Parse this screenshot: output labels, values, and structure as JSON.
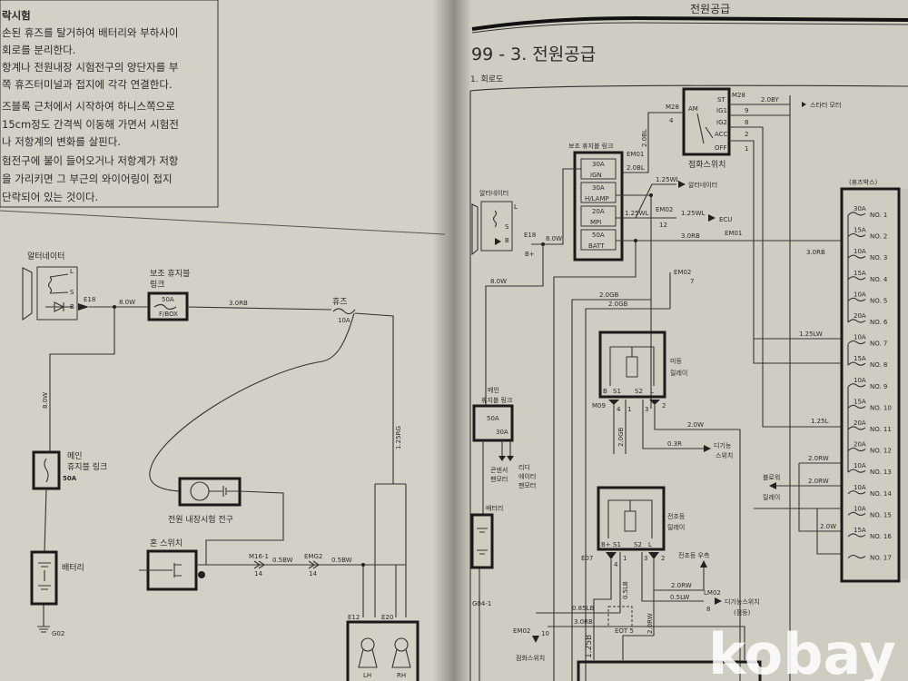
{
  "left_page": {
    "heading": "락시험",
    "instructions": [
      "손된 휴즈를 탈거하여 배터리와 부하사이",
      " 회로를 분리한다.",
      "항계나 전원내장 시험전구의 양단자를 부",
      "쪽 휴즈터미널과 접지에 각각 연결한다.",
      "즈블록 근처에서 시작하여 하니스쪽으로",
      "15cm정도 간격씩 이동해 가면서 시험전",
      "나 저항계의 변화를 살핀다.",
      "험전구에 불이 들어오거나 저항계가 저항",
      "을 가리키면 그 부근의 와이어링이 접지",
      "단락되어 있는 것이다."
    ],
    "diagram": {
      "alternator": "알터네이터",
      "alt_terms": [
        "L",
        "S",
        "B"
      ],
      "connector_e18": "E18",
      "wire_8ow": "8.0W",
      "aux_fuse_link": [
        "보조 휴지블",
        "링크"
      ],
      "aux_fuse_rating": "50A",
      "aux_fuse_box": "F/BOX",
      "wire_3orb": "3.0RB",
      "fuse": "휴즈",
      "fuse_rating": "10A",
      "wire_125rg": "1.25RG",
      "wire_8ow_vert": "8.0W",
      "main_fuse_link": [
        "메인",
        "휴지블 링크"
      ],
      "main_fuse_rating": "50A",
      "battery": "배터리",
      "ground": "G02",
      "test_lamp": "전원 내장시험 전구",
      "horn_switch": "혼 스위치",
      "conn_m16": "M16-1",
      "conn_m16_pin": "14",
      "wire_05bw_1": "0.5BW",
      "conn_emg2": "EMG2",
      "conn_emg2_pin": "14",
      "wire_05bw_2": "0.5BW",
      "conn_e12": "E12",
      "conn_e20": "E20",
      "lh": "LH",
      "rh": "RH"
    }
  },
  "right_page": {
    "running_header": "전원공급",
    "title": "99 - 3.  전원공급",
    "section": "1. 회로도",
    "ignition_switch": {
      "label": "점화스위치",
      "terms": [
        "AM",
        "ST",
        "IG1",
        "IG2",
        "ACC",
        "OFF"
      ],
      "conn_m28_left": "M28",
      "conn_m28_right": "M28",
      "pins": [
        "4",
        "9",
        "8",
        "2",
        "1"
      ],
      "wire_st": "2.0BY",
      "starter": "스타터 모터"
    },
    "aux_fuse_link": {
      "label": "보조 휴지블 링크",
      "fuses": [
        {
          "rating": "30A",
          "name": "IGN"
        },
        {
          "rating": "30A",
          "name": "H/LAMP"
        },
        {
          "rating": "20A",
          "name": "MPI"
        },
        {
          "rating": "50A",
          "name": "BATT"
        }
      ]
    },
    "wires": {
      "em01_top": "EM01",
      "w_20bl": "2.0BL",
      "w_20bl_v": "2.0BL",
      "w_125wl_1": "1.25WL",
      "to_alternator": "알터네이터",
      "w_125wl_2": "1.25WL",
      "emo2": "EM02",
      "emo2_pin": "12",
      "w_125wl_3": "1.25WL",
      "ecu": "ECU",
      "w_3orb": "3.0RB",
      "em01": "EM01",
      "w_3orb_2": "3.0RB",
      "emo2_b": "EM02",
      "emo2_b_pin": "7",
      "w_8ow": "8.0W",
      "w_8ow_2": "8.0W",
      "w_20gb_1": "2.0GB",
      "w_20gb_2": "2.0GB",
      "w_125lw": "1.25LW",
      "w_125l": "1.25L",
      "w_20w": "2.0W",
      "w_03r": "0.3R",
      "w_20gb_v": "2.0GB",
      "w_20rw_a": "2.0RW",
      "w_20rw_b": "2.0RW",
      "w_20w_b": "2.0W",
      "w_20rw_c": "2.0RW",
      "w_05lb": "0.5LB",
      "w_05lw": "0.5LW",
      "lmo2": "LM02",
      "lmo2_pin": "8",
      "w_085lb": "0.85LB",
      "w_3orb_3": "3.0RB",
      "w_125b": "1.25B",
      "w_20rw_v": "2.0RW",
      "em02_c": "EM02",
      "em02_c_pin": "10",
      "eot5": "EOT 5"
    },
    "alternator": {
      "label": "알터네이터",
      "terms": [
        "L",
        "S",
        "B"
      ],
      "conn": "E18",
      "bplus": "B+"
    },
    "main_fuse_link": {
      "label": [
        "메인",
        "휴지블 링크"
      ],
      "r1": "50A",
      "r2": "30A"
    },
    "loads": {
      "condenser": [
        "콘덴서",
        "팬모터"
      ],
      "radiator": [
        "리디",
        "에이터",
        "팬모터"
      ]
    },
    "battery": "배터리",
    "ground": "G04-1",
    "tail_relay": {
      "label": [
        "미등",
        "릴레이"
      ],
      "terms": [
        "B",
        "S1",
        "S2",
        "L"
      ],
      "conn": "M09",
      "pins": [
        "4",
        "1",
        "3",
        "2"
      ]
    },
    "dimmer_switch": [
      "디기능",
      "스위치"
    ],
    "head_relay": {
      "label": [
        "전조등",
        "릴레이"
      ],
      "terms": [
        "B+",
        "S1",
        "S2",
        "L"
      ],
      "conn": "E07",
      "pins": [
        "4",
        "1",
        "3",
        "2"
      ]
    },
    "headlamp_right": "전조등 우측",
    "dimmer_switch_2": [
      "디기능스위치",
      "(점등)"
    ],
    "ign_switch_ref": "점화스위치",
    "blower_relay": [
      "블로워",
      "릴레이"
    ],
    "fuse_box": {
      "label": "(휴즈박스)",
      "fuses": [
        {
          "rating": "30A",
          "no": "NO. 1"
        },
        {
          "rating": "15A",
          "no": "NO. 2"
        },
        {
          "rating": "10A",
          "no": "NO. 3"
        },
        {
          "rating": "15A",
          "no": "NO. 4"
        },
        {
          "rating": "10A",
          "no": "NO. 5"
        },
        {
          "rating": "20A",
          "no": "NO. 6"
        },
        {
          "rating": "10A",
          "no": "NO. 7"
        },
        {
          "rating": "15A",
          "no": "NO. 8"
        },
        {
          "rating": "10A",
          "no": "NO. 9"
        },
        {
          "rating": "15A",
          "no": "NO. 10"
        },
        {
          "rating": "20A",
          "no": "NO. 11"
        },
        {
          "rating": "20A",
          "no": "NO. 12"
        },
        {
          "rating": "10A",
          "no": "NO. 13"
        },
        {
          "rating": "10A",
          "no": "NO. 14"
        },
        {
          "rating": "10A",
          "no": "NO. 15"
        },
        {
          "rating": "15A",
          "no": "NO. 16"
        },
        {
          "rating": "",
          "no": "NO. 17"
        }
      ]
    },
    "watermark": "kobay"
  }
}
